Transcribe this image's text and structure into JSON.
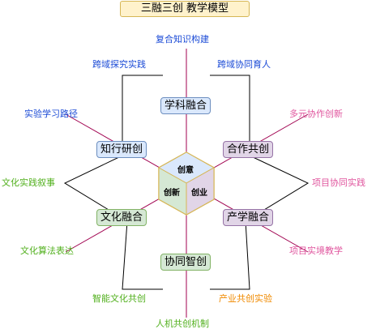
{
  "title": "三融三创 教学模型",
  "center": {
    "top": "创意",
    "left": "创新",
    "right": "创业"
  },
  "nodes": {
    "xueke": "学科融合",
    "zhixing": "知行研创",
    "hezuo": "合作共创",
    "wenhua": "文化融合",
    "chanxue": "产学融合",
    "xietong": "协同智创"
  },
  "labels": {
    "top": "复合知识构建",
    "upper_left": "跨域探究实践",
    "upper_right": "跨域协同育人",
    "left_upper": "实验学习路径",
    "right_upper": "多元协作创新",
    "left": "文化实践叙事",
    "right": "项目协同实践",
    "left_lower": "文化算法表达",
    "right_lower": "项目实境教学",
    "lower_left": "智能文化共创",
    "lower_right": "产业共创实验",
    "bottom": "人机共创机制"
  },
  "colors": {
    "blue_text": "#1a4ad6",
    "pink_text": "#e0559e",
    "green_text": "#52b01e",
    "orange_text": "#f08a00",
    "axis_line": "#a0004f",
    "hexagon_border": "#d6b656"
  }
}
